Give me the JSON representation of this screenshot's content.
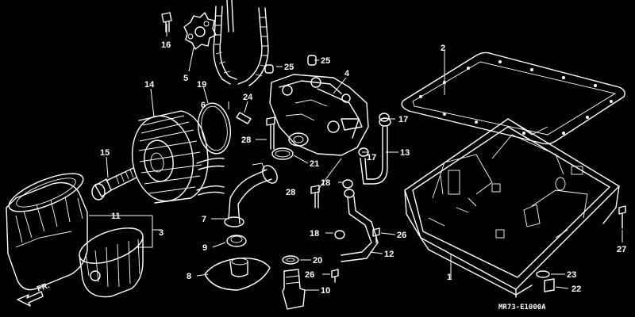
{
  "diagram": {
    "code": "MR73-E1000A",
    "direction_label": "FR.",
    "callouts": {
      "c1": "1",
      "c2": "2",
      "c3": "3",
      "c4": "4",
      "c5": "5",
      "c6": "6",
      "c7": "7",
      "c8": "8",
      "c9": "9",
      "c10": "10",
      "c11": "11",
      "c12": "12",
      "c13": "13",
      "c14": "14",
      "c15": "15",
      "c16": "16",
      "c17a": "17",
      "c17b": "17",
      "c18a": "18",
      "c18b": "18",
      "c19": "19",
      "c20": "20",
      "c21": "21",
      "c22": "22",
      "c23": "23",
      "c24": "24",
      "c25a": "25",
      "c25b": "25",
      "c26a": "26",
      "c26b": "26",
      "c27": "27",
      "c28a": "28",
      "c28b": "28"
    }
  }
}
